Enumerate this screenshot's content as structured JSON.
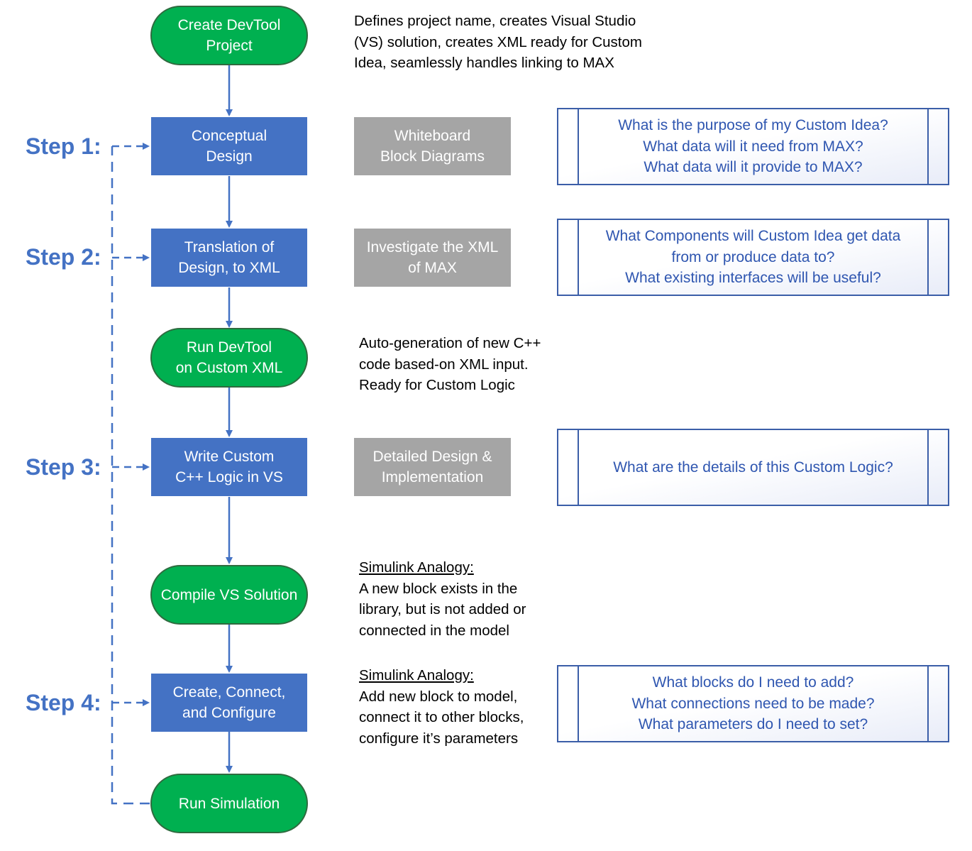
{
  "colors": {
    "terminal_fill": "#00b050",
    "process_fill": "#4472c4",
    "activity_fill": "#a5a5a5",
    "question_text": "#2f56b0",
    "step_text": "#4472c4"
  },
  "nodes": {
    "create_project": [
      "Create DevTool",
      "Project"
    ],
    "conceptual_design": [
      "Conceptual",
      "Design"
    ],
    "translation": [
      "Translation of",
      "Design, to XML"
    ],
    "run_devtool": [
      "Run DevTool",
      "on Custom XML"
    ],
    "write_logic": [
      "Write Custom",
      "C++ Logic in VS"
    ],
    "compile": [
      "Compile VS Solution"
    ],
    "create_connect": [
      "Create, Connect,",
      "and Configure"
    ],
    "run_simulation": [
      "Run Simulation"
    ]
  },
  "steps": [
    "Step 1:",
    "Step 2:",
    "Step 3:",
    "Step 4:"
  ],
  "activities": {
    "step1": [
      "Whiteboard",
      "Block Diagrams"
    ],
    "step2": [
      "Investigate the XML",
      "of MAX"
    ],
    "step3": [
      "Detailed Design &",
      "Implementation"
    ]
  },
  "questions": {
    "step1": [
      "What is the purpose of my Custom Idea?",
      "What data will it need from MAX?",
      "What data will it provide to MAX?"
    ],
    "step2": [
      "What Components will Custom Idea get data",
      "from or produce data to?",
      "What existing interfaces will be useful?"
    ],
    "step3": [
      "What are the details of this Custom Logic?"
    ],
    "step4": [
      "What blocks do I need to add?",
      "What connections need to be made?",
      "What parameters do I need to set?"
    ]
  },
  "notes": {
    "create_project": [
      "Defines project name, creates Visual Studio",
      "(VS) solution, creates XML ready for Custom",
      "Idea, seamlessly handles linking to MAX"
    ],
    "run_devtool": [
      "Auto-generation of new C++",
      "code based-on XML input.",
      "Ready for Custom Logic"
    ],
    "compile": {
      "heading": "Simulink Analogy:",
      "lines": [
        "A new block exists in the",
        "library, but is not added or",
        "connected in the model"
      ]
    },
    "create_connect": {
      "heading": "Simulink Analogy:",
      "lines": [
        "Add new block to model,",
        "connect it to other blocks,",
        "configure it’s parameters"
      ]
    }
  }
}
